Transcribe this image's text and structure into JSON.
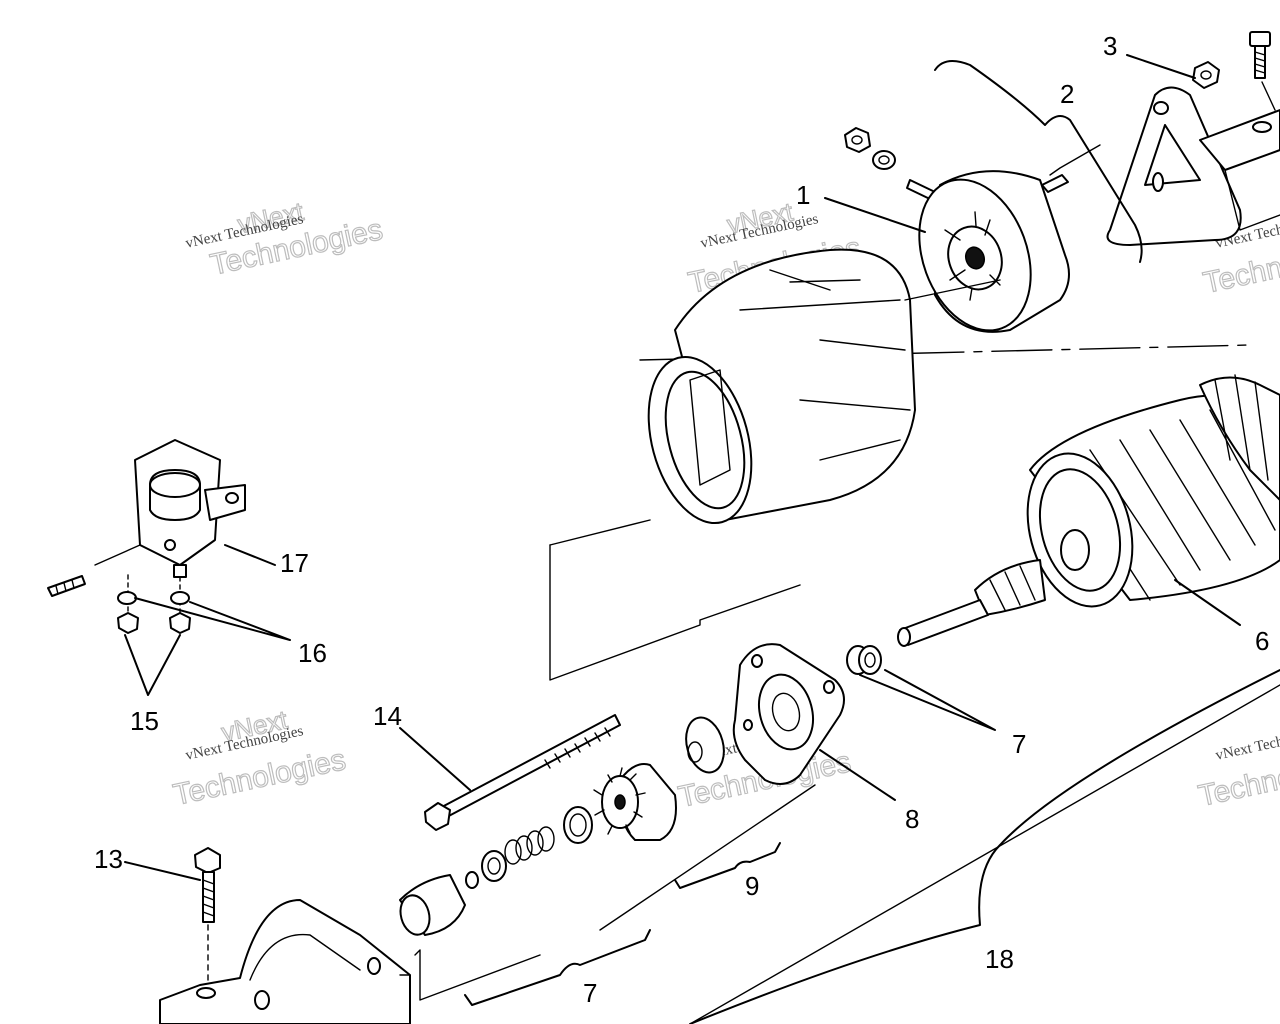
{
  "watermark": {
    "line1": "vNext Technologies",
    "line2": "Technologies",
    "line3": "vNext"
  },
  "callouts": {
    "c1": "1",
    "c2": "2",
    "c3": "3",
    "c6": "6",
    "c7a": "7",
    "c7b": "7",
    "c8": "8",
    "c9": "9",
    "c13": "13",
    "c14": "14",
    "c15": "15",
    "c16": "16",
    "c17": "17",
    "c18": "18"
  }
}
